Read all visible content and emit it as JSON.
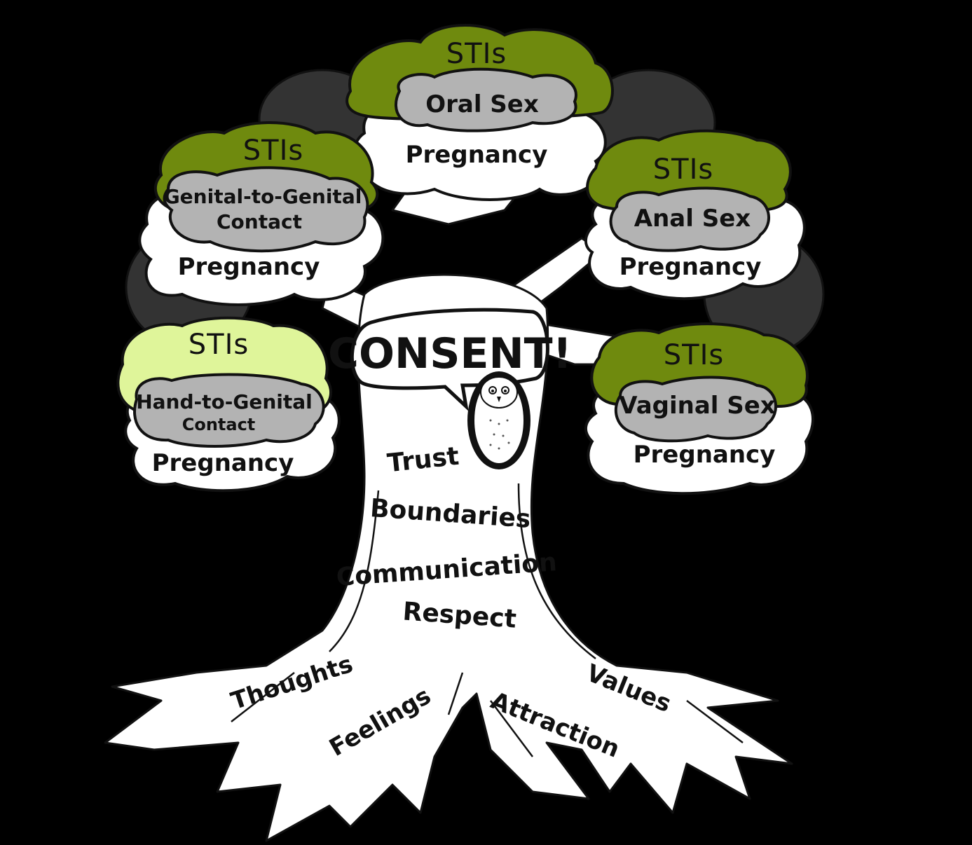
{
  "colors": {
    "background": "#000000",
    "tree": "#ffffff",
    "sti_dark": "#6f8a0e",
    "sti_light": "#dff59a",
    "activity": "#b3b3b3",
    "canopy": "#333333",
    "outline": "#111111"
  },
  "center": {
    "consent": "CONSENT!",
    "mascot": "owl-icon"
  },
  "clouds": [
    {
      "sti": "STIs",
      "activity": [
        "Oral Sex"
      ],
      "pregnancy": "Pregnancy",
      "variant": "dark"
    },
    {
      "sti": "STIs",
      "activity": [
        "Genital-to-Genital",
        "Contact"
      ],
      "pregnancy": "Pregnancy",
      "variant": "dark"
    },
    {
      "sti": "STIs",
      "activity": [
        "Anal Sex"
      ],
      "pregnancy": "Pregnancy",
      "variant": "dark"
    },
    {
      "sti": "STIs",
      "activity": [
        "Hand-to-Genital",
        "Contact"
      ],
      "pregnancy": "Pregnancy",
      "variant": "light"
    },
    {
      "sti": "STIs",
      "activity": [
        "Vaginal Sex"
      ],
      "pregnancy": "Pregnancy",
      "variant": "dark"
    }
  ],
  "trunk": [
    "Trust",
    "Boundaries",
    "Communication",
    "Respect"
  ],
  "roots": [
    "Thoughts",
    "Feelings",
    "Attraction",
    "Values"
  ]
}
